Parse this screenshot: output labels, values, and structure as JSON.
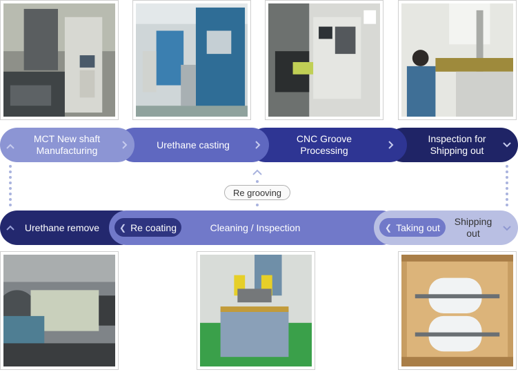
{
  "top_steps": [
    {
      "label": "MCT New shaft\nManufacturing"
    },
    {
      "label": "Urethane casting"
    },
    {
      "label": "CNC Groove\nProcessing"
    },
    {
      "label": "Inspection for\nShipping out"
    }
  ],
  "bottom_steps": [
    {
      "label": "Urethane remove"
    },
    {
      "label": "Re coating"
    },
    {
      "label": "Cleaning / Inspection"
    },
    {
      "label": "Taking out"
    },
    {
      "label": "Shipping\nout"
    }
  ],
  "regrooving": {
    "label": "Re grooving"
  },
  "photos": [
    {
      "name": "mct-machine-photo"
    },
    {
      "name": "urethane-casting-machine-photo"
    },
    {
      "name": "cnc-lathe-photo"
    },
    {
      "name": "inspection-worker-photo"
    },
    {
      "name": "urethane-remove-lathe-photo"
    },
    {
      "name": "cleaning-inspection-photo"
    },
    {
      "name": "shipping-crate-photo"
    }
  ],
  "colors": {
    "step1": "#8c95d4",
    "step2": "#5f68c0",
    "step3": "#2e3593",
    "step4": "#1f2466",
    "bottom_dark": "#23286e",
    "bottom_mid": "#7179c9",
    "bottom_light": "#b9bfe3",
    "pill": "#2e3480"
  }
}
